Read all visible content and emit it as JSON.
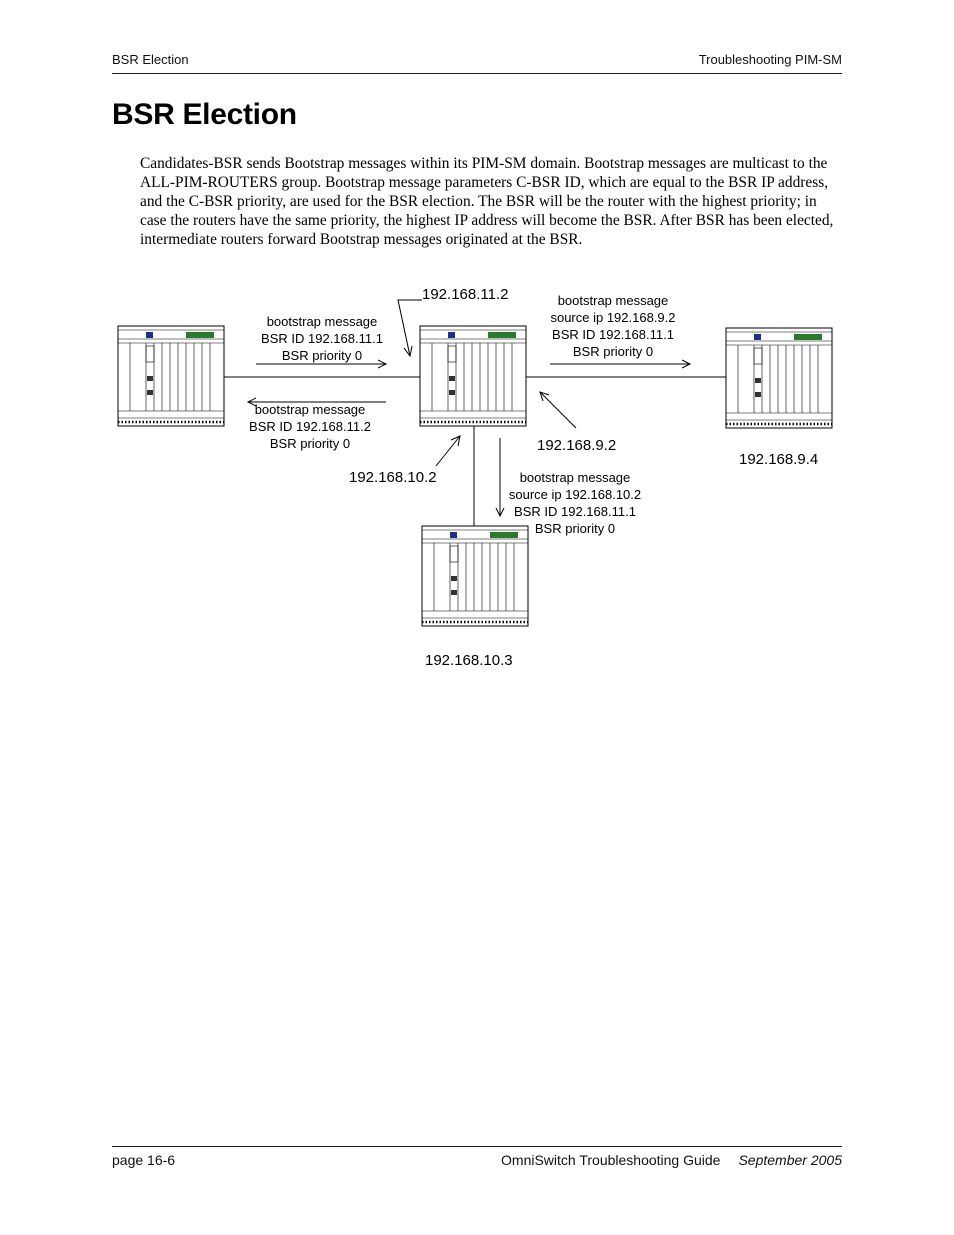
{
  "header": {
    "left": "BSR Election",
    "right": "Troubleshooting PIM-SM"
  },
  "title": "BSR Election",
  "paragraph": "Candidates-BSR sends Bootstrap messages within its PIM-SM domain. Bootstrap messages are multicast to the ALL-PIM-ROUTERS group. Bootstrap message parameters C-BSR ID, which are equal to the BSR IP address, and the C-BSR priority, are used for the BSR election. The BSR will be the router with the highest priority; in case the routers have the same priority, the highest IP address will become the BSR. After BSR has been elected, intermediate routers forward Bootstrap messages originated at the BSR.",
  "diagram": {
    "ips": {
      "center_top": "192.168.11.2",
      "center_right": "192.168.9.2",
      "center_bottom": "192.168.10.2",
      "right_router": "192.168.9.4",
      "bottom_router": "192.168.10.3"
    },
    "messages": {
      "left_to_center": [
        "bootstrap message",
        "BSR ID 192.168.11.1",
        "BSR priority 0"
      ],
      "center_to_left": [
        "bootstrap message",
        "BSR ID 192.168.11.2",
        "BSR priority 0"
      ],
      "center_to_right": [
        "bootstrap message",
        "source ip 192.168.9.2",
        "BSR ID 192.168.11.1",
        "BSR priority 0"
      ],
      "center_to_bottom": [
        "bootstrap message",
        "source ip 192.168.10.2",
        "BSR ID 192.168.11.1",
        "BSR priority 0"
      ]
    }
  },
  "footer": {
    "page": "page 16-6",
    "guide": "OmniSwitch Troubleshooting Guide",
    "date": "September 2005"
  }
}
